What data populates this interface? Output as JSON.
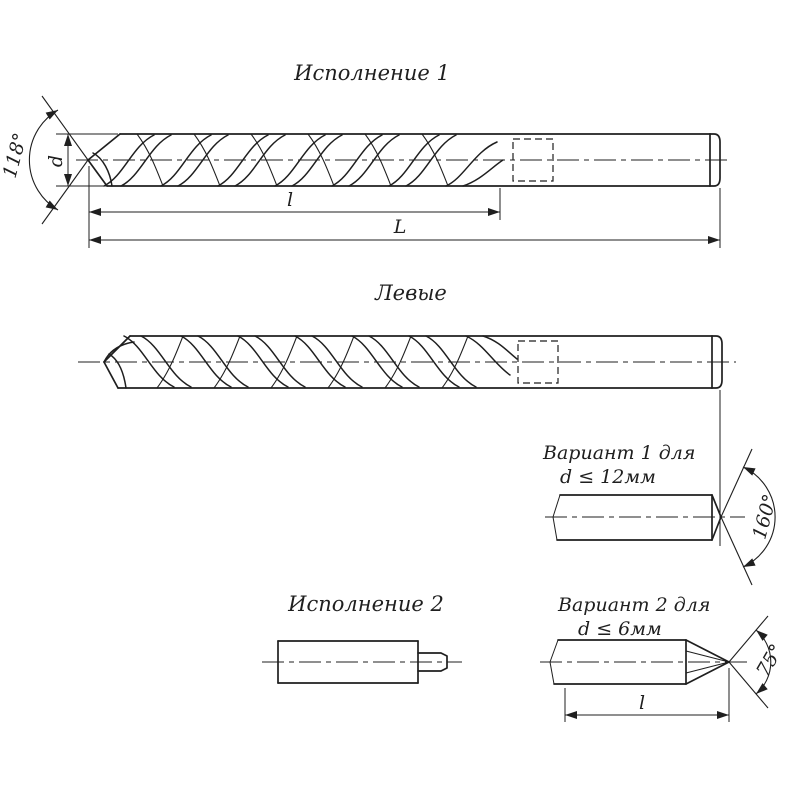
{
  "drawing": {
    "background": "#ffffff",
    "line_color": "#1f1f1f"
  },
  "labels": {
    "view1_title": "Исполнение 1",
    "left_hand_title": "Левые",
    "variant1_line1": "Вариант 1 для",
    "variant1_line2": "d ≤ 12мм",
    "view2_title": "Исполнение 2",
    "variant2_line1": "Вариант 2 для",
    "variant2_line2": "d ≤ 6мм"
  },
  "dimensions": {
    "point_angle": "118°",
    "diameter_label": "d",
    "flute_length_label": "l",
    "overall_length_label": "L",
    "shank_end_angle": "160°",
    "center_angle": "75°",
    "variant2_length_label": "l"
  }
}
